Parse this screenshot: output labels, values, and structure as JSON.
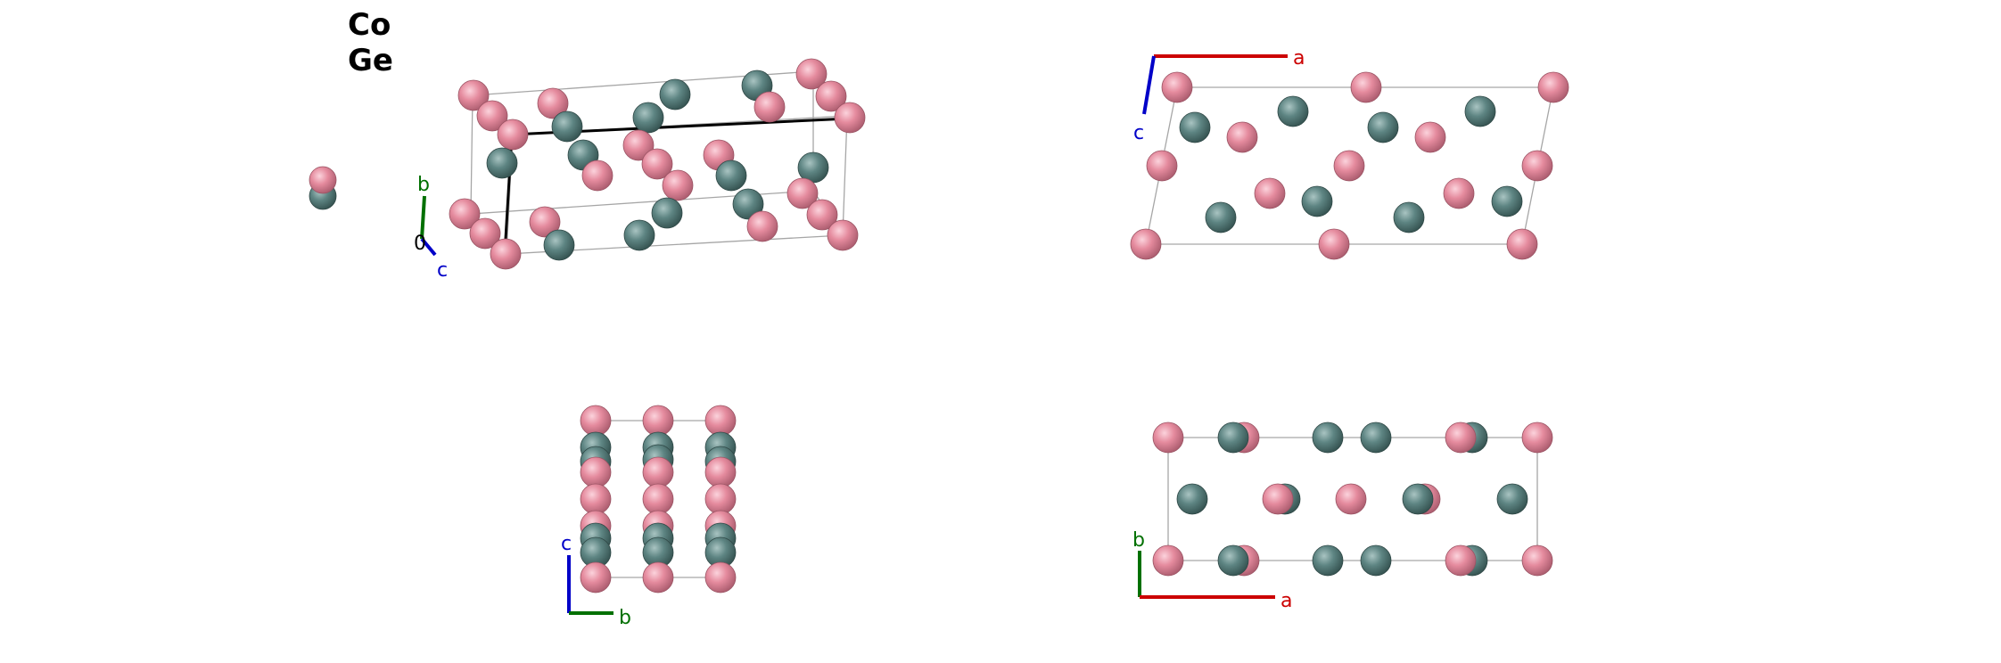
{
  "legend": {
    "elements": [
      "Co",
      "Ge"
    ]
  },
  "colors": {
    "co_atom": "#e58b9e",
    "ge_atom": "#5e8583",
    "cell_edge": "#a6a6a6",
    "axis_a": "#cc0000",
    "axis_b": "#007000",
    "axis_c": "#0000c8",
    "origin": "#000000"
  },
  "axes": {
    "perspective_view": {
      "b_label": "b",
      "c_label": "c",
      "origin_label": "0"
    },
    "top_right_view": {
      "a_label": "a",
      "c_label": "c"
    },
    "bottom_left_view": {
      "b_label": "b",
      "c_label": "c"
    },
    "bottom_right_view": {
      "a_label": "a",
      "b_label": "b"
    }
  },
  "views": [
    "perspective",
    "ac-projection",
    "bc-projection",
    "ab-projection"
  ]
}
